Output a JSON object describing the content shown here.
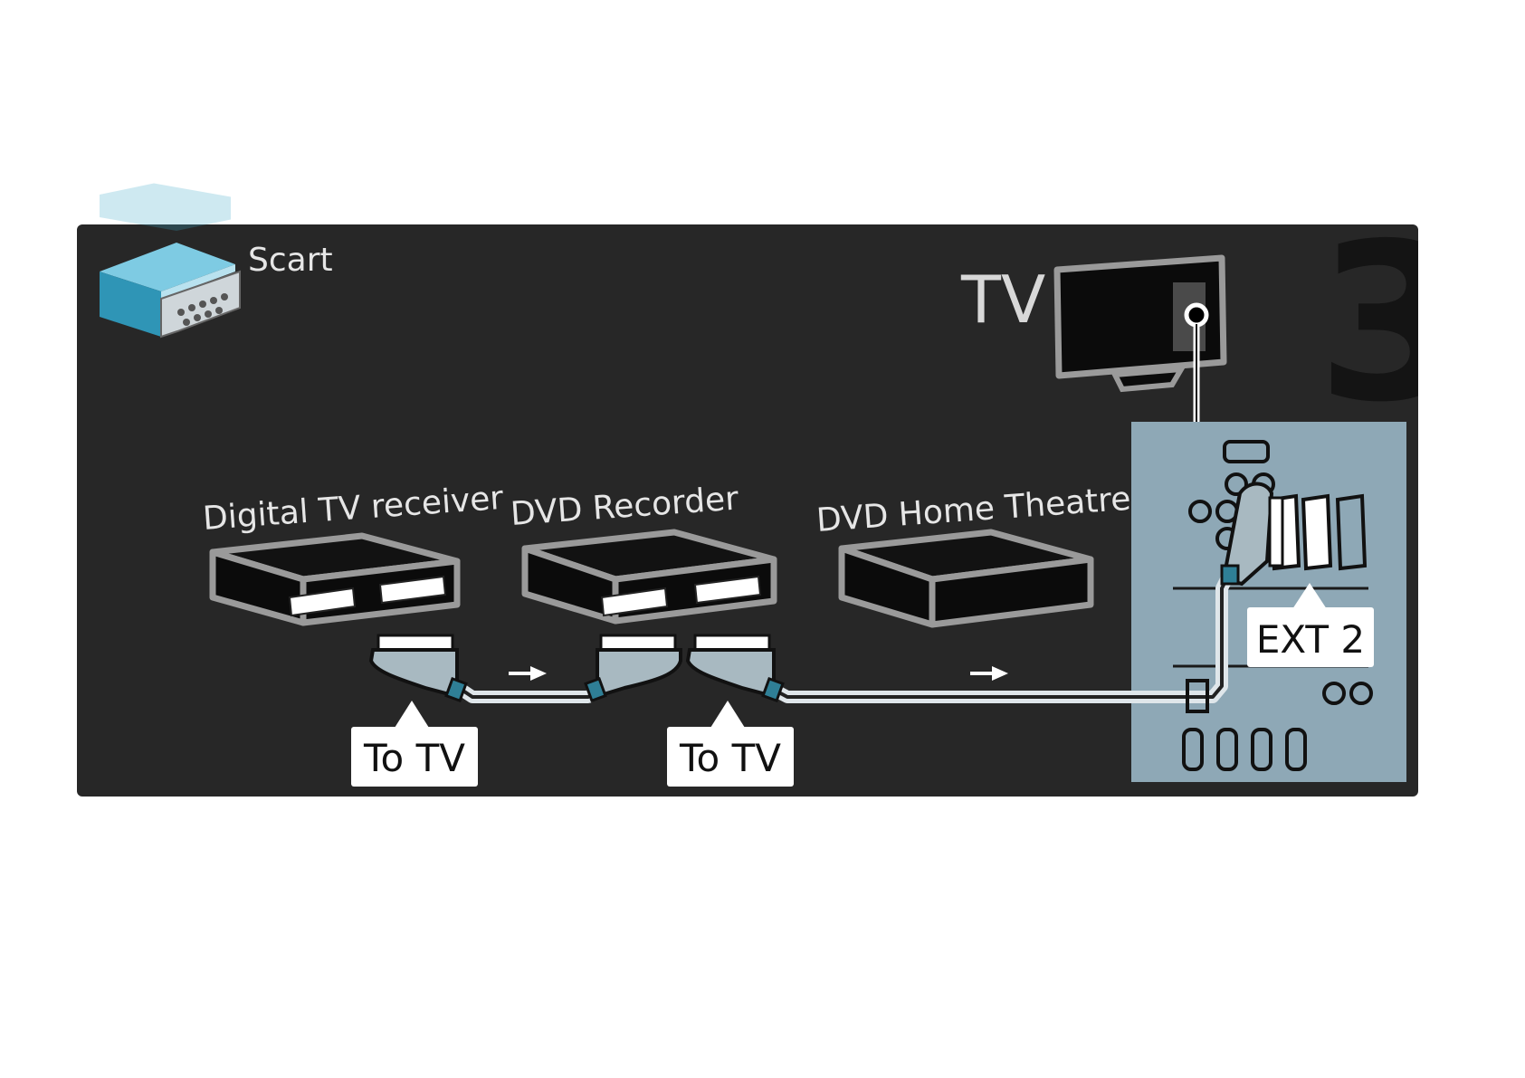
{
  "legend": {
    "label": "Scart",
    "icon": "scart-plug-icon"
  },
  "step_number": "3",
  "tv": {
    "label": "TV",
    "icon": "tv-icon"
  },
  "devices": [
    {
      "label": "Digital TV receiver"
    },
    {
      "label": "DVD Recorder"
    },
    {
      "label": "DVD  Home Theatre"
    }
  ],
  "tags": [
    {
      "label": "To TV"
    },
    {
      "label": "To TV"
    }
  ],
  "tv_port": {
    "label": "EXT 2"
  },
  "colors": {
    "panel_background": "#272727",
    "connector_panel": "#8ea8b6",
    "cable": "#dfe6ea",
    "plug": "#a8b9c1",
    "text": "#e6e6e6"
  }
}
